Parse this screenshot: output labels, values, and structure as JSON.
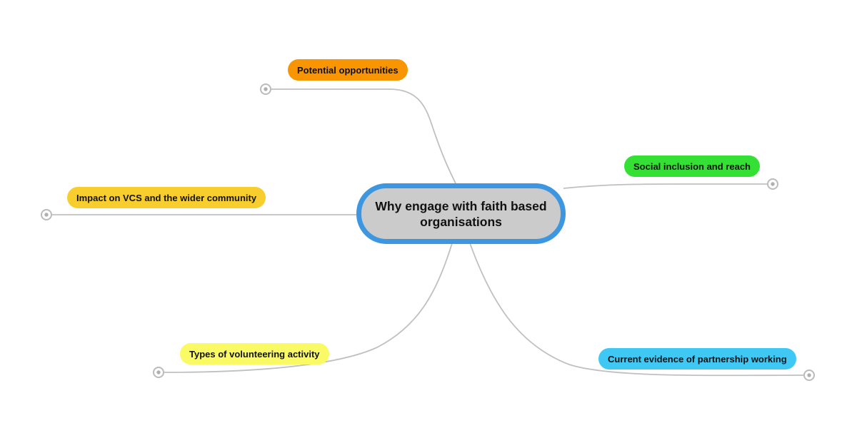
{
  "central_node": {
    "label": "Why engage with faith based organisations",
    "fill_color": "#CBCBCB",
    "border_color": "#3D97E0"
  },
  "branches": [
    {
      "id": "potential-opportunities",
      "label": "Potential opportunities",
      "color": "#F99500"
    },
    {
      "id": "social-inclusion-and-reach",
      "label": "Social inclusion and reach",
      "color": "#33E033"
    },
    {
      "id": "impact-on-vcs",
      "label": "Impact on VCS and the wider community",
      "color": "#F8CE2E"
    },
    {
      "id": "types-of-volunteering-activity",
      "label": "Types of volunteering activity",
      "color": "#FAFA64"
    },
    {
      "id": "current-evidence-of-partnership-working",
      "label": "Current evidence of partnership working",
      "color": "#3EC8F3"
    }
  ],
  "connector": {
    "line_color": "#C0C0C0",
    "endpoint_ring_color": "#BBBBBB",
    "endpoint_dot_color": "#B0B0B0"
  }
}
